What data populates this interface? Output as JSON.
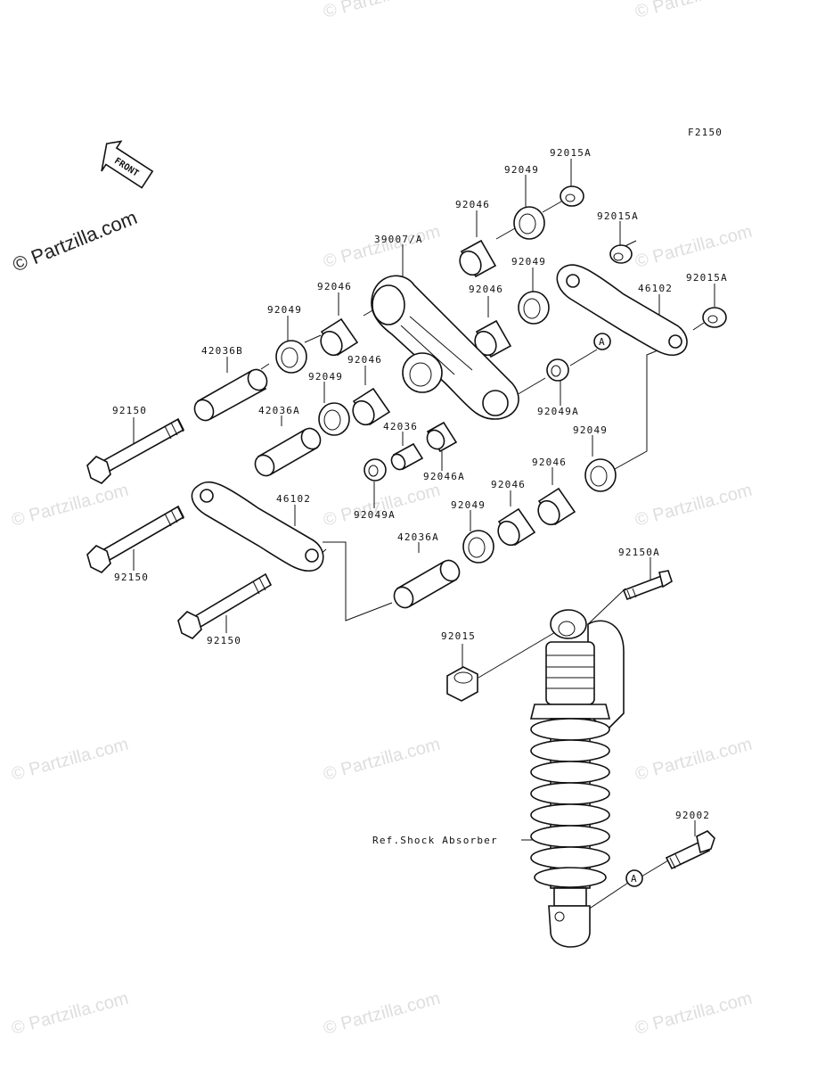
{
  "figure_code": "F2150",
  "front_label": "FRONT",
  "watermark": "© Partzilla.com",
  "reference_label": "Ref.Shock Absorber",
  "callout_letter": "A",
  "labels": [
    "92015A",
    "92049",
    "92046",
    "39007/A",
    "92015A",
    "92049",
    "92046",
    "46102",
    "92015A",
    "92046",
    "92049",
    "42036B",
    "92049",
    "92046",
    "92150",
    "42036A",
    "42036",
    "92049A",
    "92046A",
    "92049A",
    "92049",
    "92046",
    "92046",
    "46102",
    "92049",
    "92150",
    "42036A",
    "92150",
    "92150A",
    "92015",
    "92002"
  ]
}
